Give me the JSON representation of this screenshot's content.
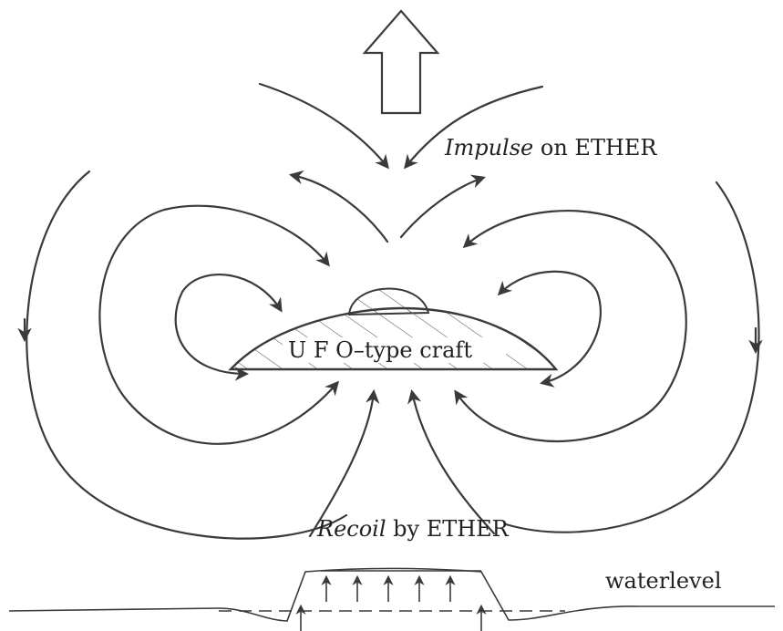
{
  "labels": {
    "impulse_italic": "Impulse",
    "impulse_rest": " on ETHER",
    "craft": "U F O–type craft",
    "recoil_italic": "Recoil",
    "recoil_rest": " by ETHER",
    "waterlevel": "waterlevel"
  },
  "icons": {
    "up_arrow": "up-arrow-icon"
  },
  "colors": {
    "ink": "#3a3a3a",
    "background": "#ffffff"
  }
}
